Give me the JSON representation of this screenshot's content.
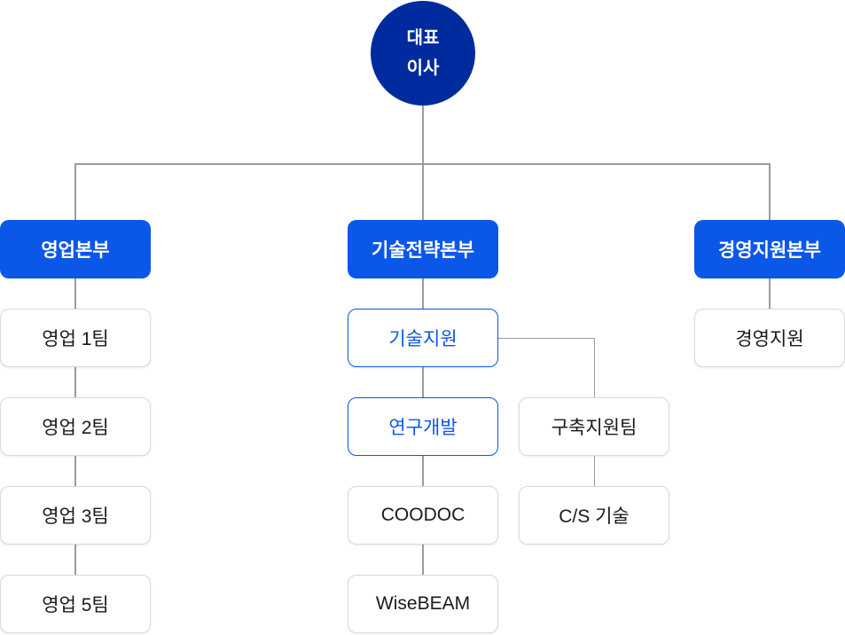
{
  "colors": {
    "root_navy": "#002B9E",
    "division_blue": "#0B57E8",
    "outline_blue": "#0B57E8",
    "line_gray": "#9B9B9B",
    "box_text_dark": "#1A1A1A"
  },
  "nodes": {
    "ceo_line1": "대표",
    "ceo_line2": "이사",
    "sales_hq": "영업본부",
    "sales_team_1": "영업 1팀",
    "sales_team_2": "영업 2팀",
    "sales_team_3": "영업 3팀",
    "sales_team_5": "영업 5팀",
    "tech_strategy_hq": "기술전략본부",
    "tech_support": "기술지원",
    "rnd": "연구개발",
    "coodoc": "COODOC",
    "wisebeam": "WiseBEAM",
    "build_support_team": "구축지원팀",
    "cs_tech": "C/S 기술",
    "mgmt_support_hq": "경영지원본부",
    "mgmt_support": "경영지원"
  },
  "hierarchy": {
    "root": "대표 이사",
    "branches": [
      {
        "division": "영업본부",
        "children": [
          "영업 1팀",
          "영업 2팀",
          "영업 3팀",
          "영업 5팀"
        ]
      },
      {
        "division": "기술전략본부",
        "children": [
          "기술지원",
          "연구개발",
          "COODOC",
          "WiseBEAM"
        ],
        "side_branch": {
          "from": "기술지원",
          "children": [
            "구축지원팀",
            "C/S 기술"
          ]
        }
      },
      {
        "division": "경영지원본부",
        "children": [
          "경영지원"
        ]
      }
    ]
  }
}
